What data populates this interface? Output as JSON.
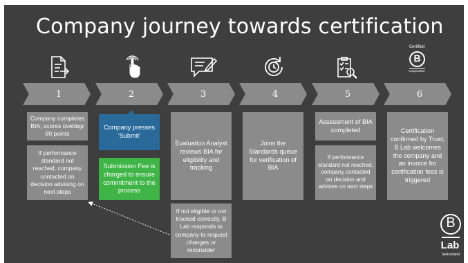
{
  "title": "Company journey towards certification",
  "icons": [
    "document-arrow-icon",
    "tap-hand-icon",
    "speech-bubble-icon",
    "refresh-clock-icon",
    "clipboard-magnifier-icon",
    "certified-b-corp-icon"
  ],
  "certified_icon": {
    "top_text": "Certified",
    "letter": "B",
    "bottom_text": "Corporation"
  },
  "steps": [
    "1",
    "2",
    "3",
    "4",
    "5",
    "6"
  ],
  "step1": {
    "score": "Company completes BIA; scores ovebbgr 80 points",
    "fail": "If performance standard not reached, company contacted on decision advising on next steps"
  },
  "step2": {
    "submit": "Company presses 'Submit'",
    "fee": "Submission Fee is charged to ensure commitment to the process"
  },
  "step3": {
    "review": "Evaluation Analyst reviews BIA for eligibility and tracking",
    "not_eligible": "If not eligible or not tracked correctly, B Lab responds to company to request changes or reconsider"
  },
  "step4": {
    "queue": "Joins the Standards queue for verification of BIA"
  },
  "step5": {
    "assessment": "Assessment of BIA completed",
    "fail": "If performance standard not reached, company contacted on decision and advises on next steps"
  },
  "step6": {
    "certified": "Certification confirmed by Trust; B Lab welcomes the company and an invoice for certification fees is triggered"
  },
  "logo": {
    "letter": "B",
    "name": "Lab",
    "region": "Switzerland"
  },
  "colors": {
    "background": "#3e3e3e",
    "box": "#8b8b8b",
    "blue": "#2a6a9a",
    "green": "#3fb547"
  }
}
